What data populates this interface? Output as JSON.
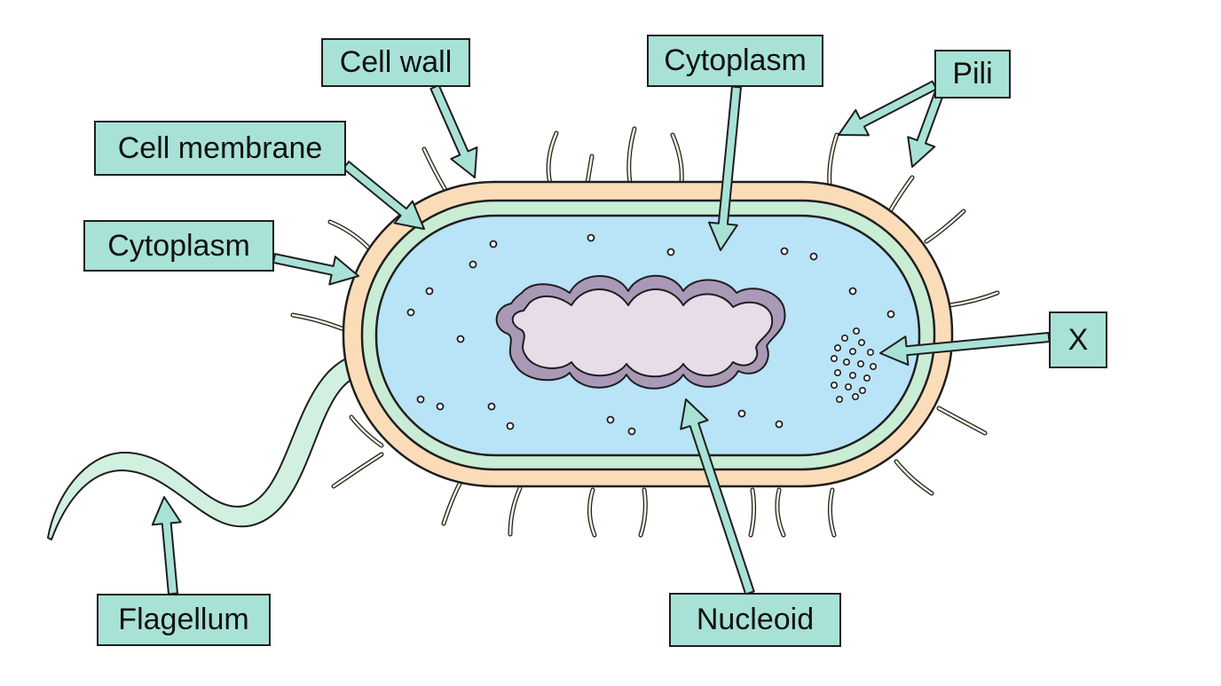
{
  "colors": {
    "cell_wall": "#fbdcb9",
    "cell_membrane": "#c9ecd4",
    "cytoplasm": "#b9e3f6",
    "nucleoid": "#e6dde8",
    "nucleoid_outline": "#a999b6",
    "label_fill": "#a8e2d6",
    "pili": "#eef3dc",
    "flagellum": "#d1f0df",
    "arrow": "#a8e2d6",
    "outline": "#1e1e1e"
  },
  "labels": {
    "cell_wall": "Cell wall",
    "cell_membrane": "Cell membrane",
    "cytoplasm_left": "Cytoplasm",
    "cytoplasm_top": "Cytoplasm",
    "pili": "Pili",
    "x": "X",
    "flagellum": "Flagellum",
    "nucleoid": "Nucleoid"
  }
}
